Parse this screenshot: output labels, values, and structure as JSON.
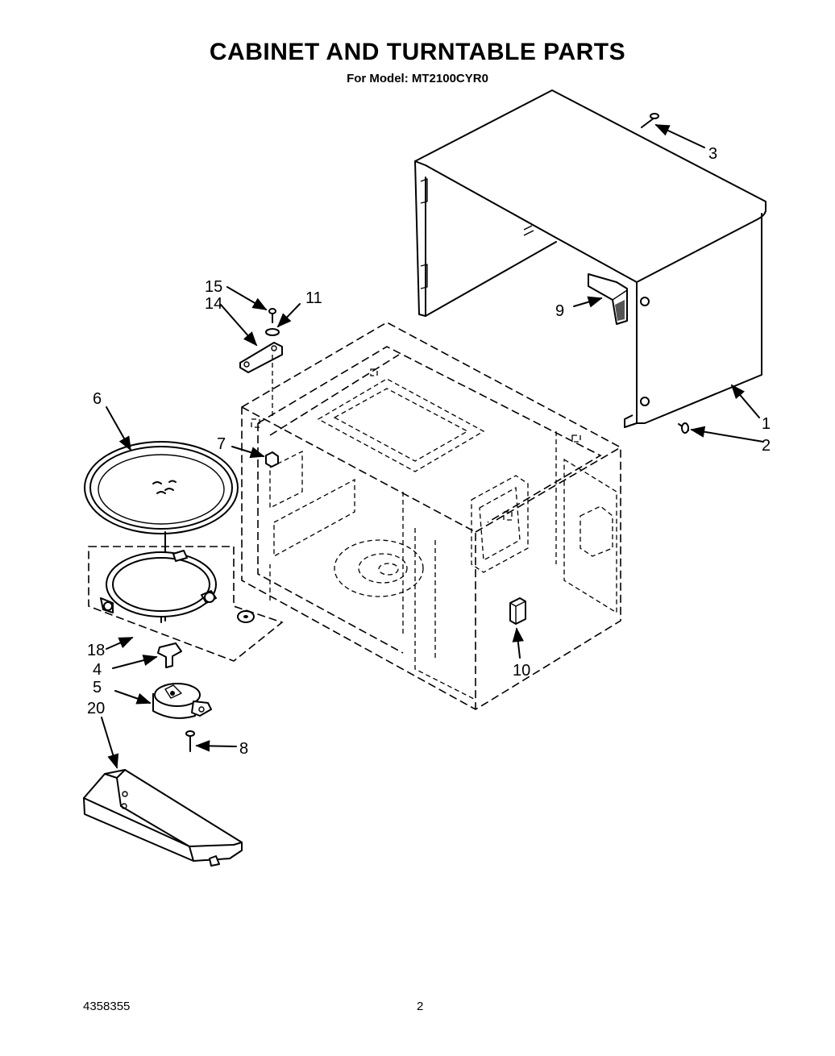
{
  "header": {
    "title": "CABINET AND TURNTABLE PARTS",
    "subtitle": "For Model: MT2100CYR0"
  },
  "callouts": {
    "c1": "1",
    "c2": "2",
    "c3": "3",
    "c4": "4",
    "c5": "5",
    "c6": "6",
    "c7": "7",
    "c8": "8",
    "c9": "9",
    "c10": "10",
    "c11": "11",
    "c14": "14",
    "c15": "15",
    "c18": "18",
    "c20": "20"
  },
  "footer": {
    "doc_number": "4358355",
    "page_number": "2"
  }
}
